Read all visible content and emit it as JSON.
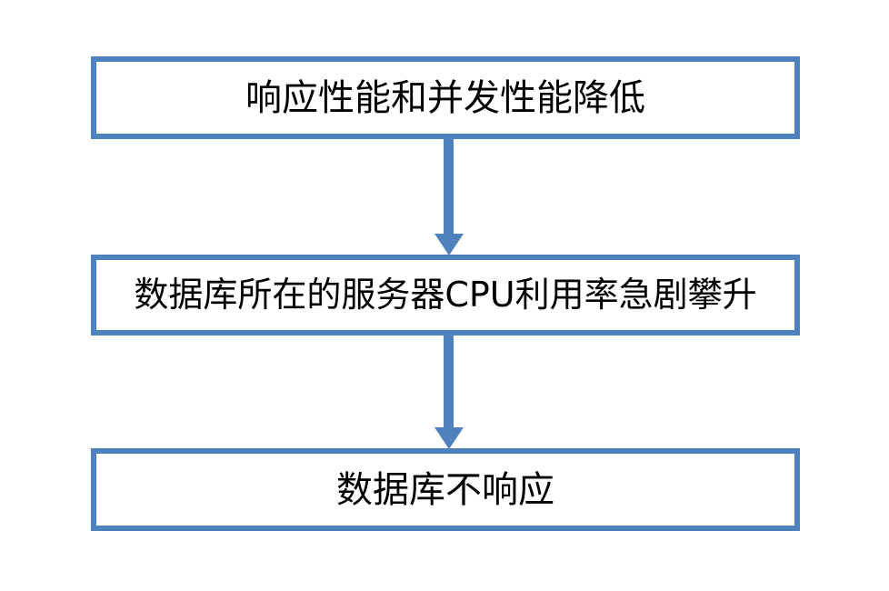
{
  "colors": {
    "accent_blue": "#4F81BD",
    "box_fill": "#FFFFFF",
    "text": "#000000",
    "background": "#FFFFFF"
  },
  "flowchart": {
    "nodes": [
      {
        "id": "node-1",
        "label": "响应性能和并发性能降低"
      },
      {
        "id": "node-2",
        "label": "数据库所在的服务器CPU利用率急剧攀升"
      },
      {
        "id": "node-3",
        "label": "数据库不响应"
      }
    ],
    "connectors": [
      {
        "from": "node-1",
        "to": "node-2",
        "direction": "down"
      },
      {
        "from": "node-2",
        "to": "node-3",
        "direction": "down"
      }
    ]
  }
}
